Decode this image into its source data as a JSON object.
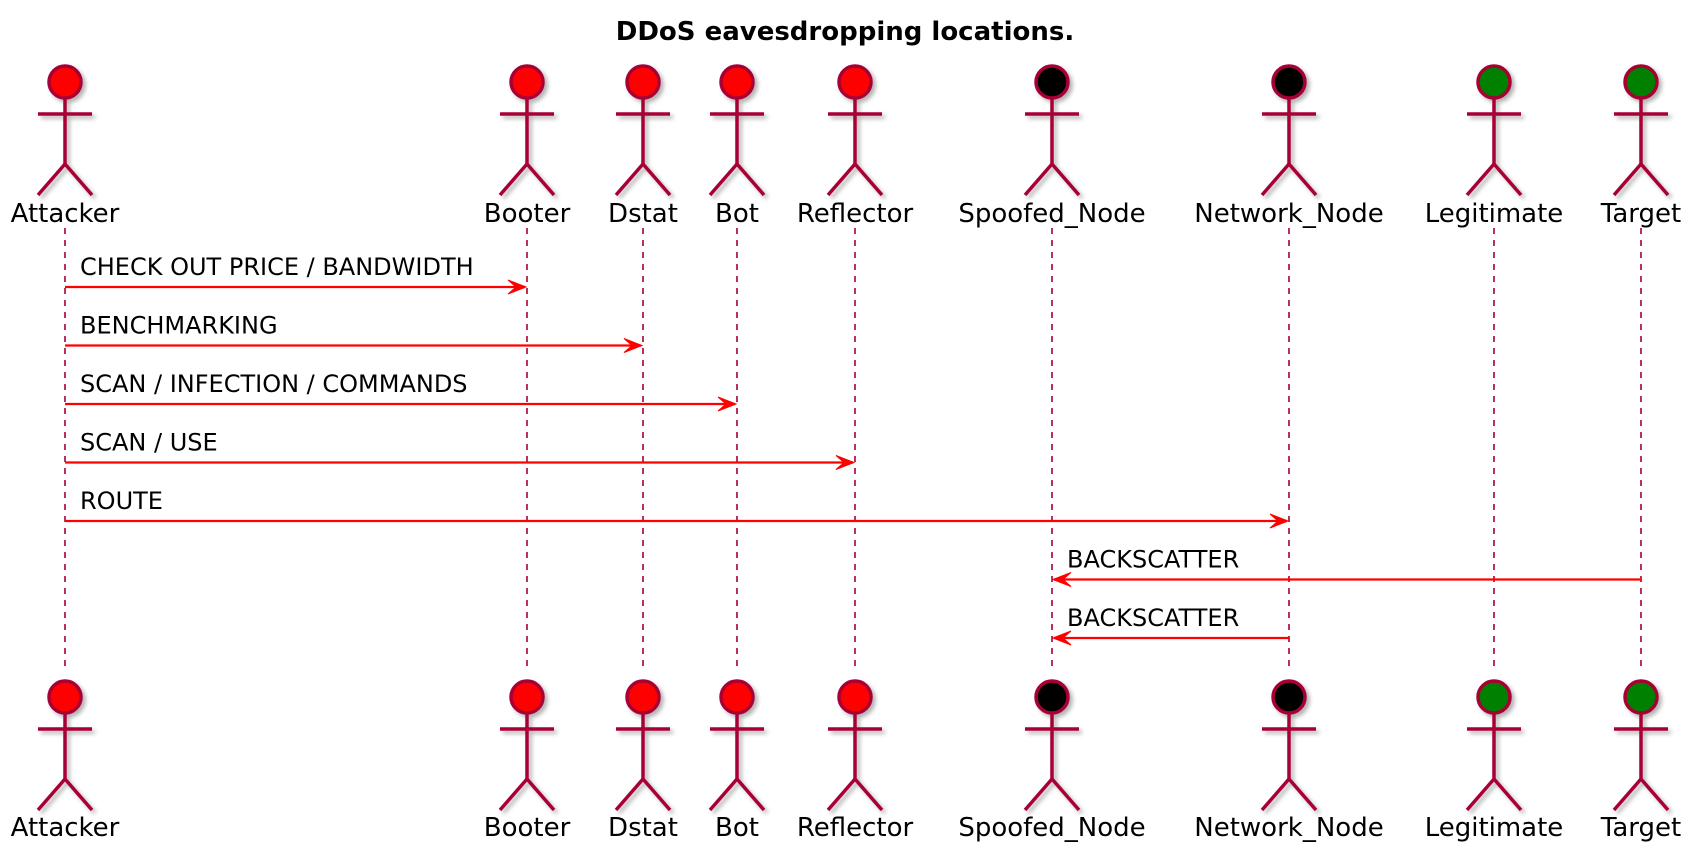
{
  "title": "DDoS eavesdropping locations.",
  "colors": {
    "stroke": "#A80036",
    "attacker_side": "#FF0000",
    "neutral": "#000000",
    "victim_side": "#008000",
    "arrow": "#FF0000"
  },
  "participants": [
    {
      "id": "attacker",
      "label": "Attacker",
      "color": "#FF0000"
    },
    {
      "id": "booter",
      "label": "Booter",
      "color": "#FF0000"
    },
    {
      "id": "dstat",
      "label": "Dstat",
      "color": "#FF0000"
    },
    {
      "id": "bot",
      "label": "Bot",
      "color": "#FF0000"
    },
    {
      "id": "reflector",
      "label": "Reflector",
      "color": "#FF0000"
    },
    {
      "id": "spoofed_node",
      "label": "Spoofed_Node",
      "color": "#000000"
    },
    {
      "id": "network_node",
      "label": "Network_Node",
      "color": "#000000"
    },
    {
      "id": "legitimate",
      "label": "Legitimate",
      "color": "#008000"
    },
    {
      "id": "target",
      "label": "Target",
      "color": "#008000"
    }
  ],
  "messages": [
    {
      "from": "attacker",
      "to": "booter",
      "label": "CHECK OUT PRICE / BANDWIDTH"
    },
    {
      "from": "attacker",
      "to": "dstat",
      "label": "BENCHMARKING"
    },
    {
      "from": "attacker",
      "to": "bot",
      "label": "SCAN / INFECTION / COMMANDS"
    },
    {
      "from": "attacker",
      "to": "reflector",
      "label": "SCAN / USE"
    },
    {
      "from": "attacker",
      "to": "network_node",
      "label": "ROUTE"
    },
    {
      "from": "target",
      "to": "spoofed_node",
      "label": "BACKSCATTER"
    },
    {
      "from": "network_node",
      "to": "spoofed_node",
      "label": "BACKSCATTER"
    }
  ]
}
